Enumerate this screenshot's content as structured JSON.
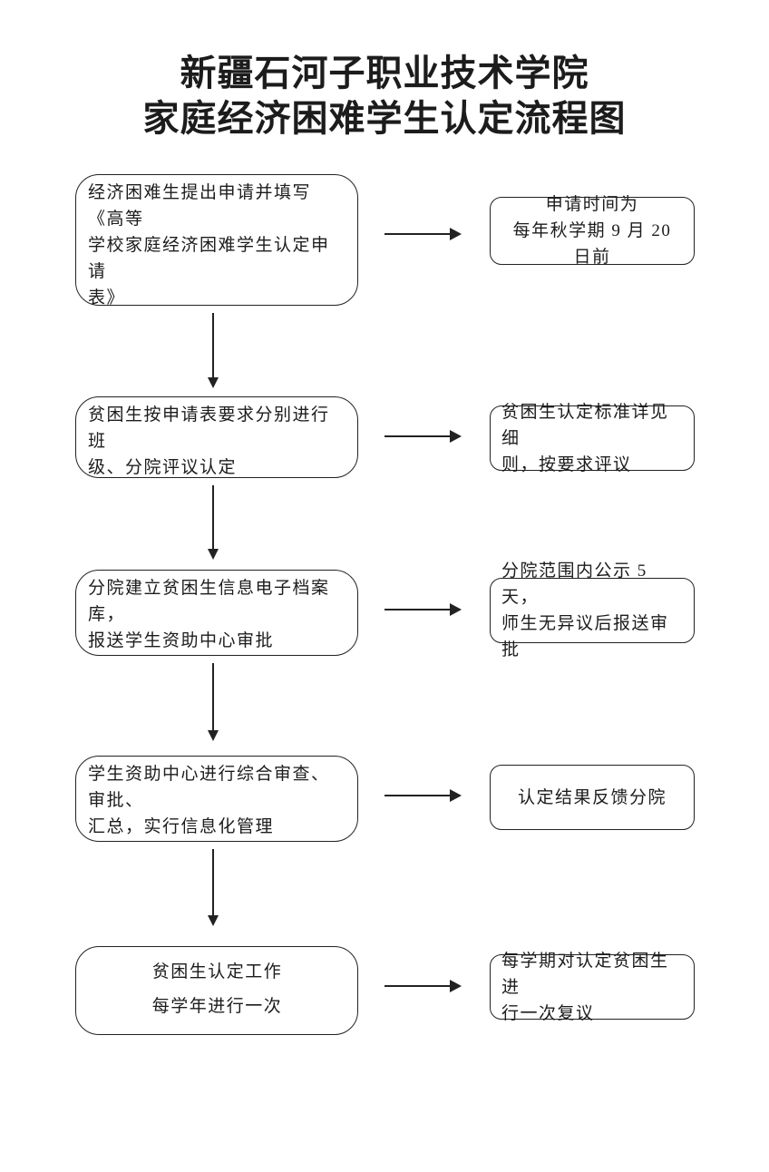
{
  "title": {
    "line1": "新疆石河子职业技术学院",
    "line2": "家庭经济困难学生认定流程图"
  },
  "flow": {
    "rows": [
      {
        "left": {
          "lines": [
            "经济困难生提出申请并填写《高等",
            "学校家庭经济困难学生认定申请",
            "表》"
          ]
        },
        "right": {
          "lines": [
            "申请时间为",
            "每年秋学期 9 月 20 日前"
          ]
        }
      },
      {
        "left": {
          "lines": [
            "贫困生按申请表要求分别进行班",
            "级、分院评议认定"
          ]
        },
        "right": {
          "lines": [
            "贫困生认定标准详见细",
            "则，按要求评议"
          ]
        }
      },
      {
        "left": {
          "lines": [
            "分院建立贫困生信息电子档案库，",
            "报送学生资助中心审批"
          ]
        },
        "right": {
          "lines": [
            "分院范围内公示 5 天，",
            "师生无异议后报送审批"
          ]
        }
      },
      {
        "left": {
          "lines": [
            "学生资助中心进行综合审查、审批、",
            "汇总，实行信息化管理"
          ]
        },
        "right": {
          "lines": [
            "认定结果反馈分院"
          ]
        }
      },
      {
        "left": {
          "lines": [
            "贫困生认定工作",
            "每学年进行一次"
          ]
        },
        "right": {
          "lines": [
            "每学期对认定贫困生进",
            "行一次复议"
          ]
        }
      }
    ]
  },
  "icons": {
    "arrow-right-icon": "→",
    "arrow-down-icon": "↓"
  },
  "colors": {
    "background": "#ffffff",
    "line": "#222222",
    "text": "#1c1c1c"
  }
}
